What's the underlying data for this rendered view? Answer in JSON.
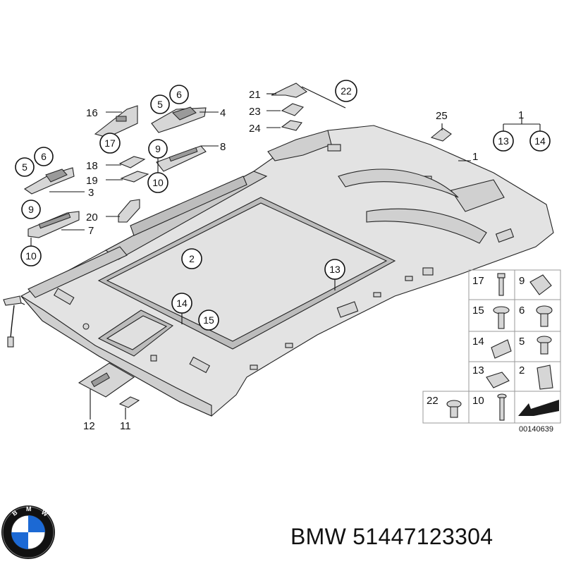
{
  "callouts": {
    "n1": "1",
    "n2": "2",
    "n3": "3",
    "n4": "4",
    "n5": "5",
    "n6": "6",
    "n7": "7",
    "n8": "8",
    "n9": "9",
    "n10": "10",
    "n11": "11",
    "n12": "12",
    "n13": "13",
    "n14": "14",
    "n15": "15",
    "n16": "16",
    "n17": "17",
    "n18": "18",
    "n19": "19",
    "n20": "20",
    "n21": "21",
    "n22": "22",
    "n23": "23",
    "n24": "24",
    "n25": "25"
  },
  "diagram_number": "00140639",
  "caption": "BMW 51447123304",
  "logo": {
    "brand_text": "BMW",
    "colors": {
      "blue": "#1c69d4",
      "black": "#111111",
      "white": "#ffffff"
    }
  }
}
